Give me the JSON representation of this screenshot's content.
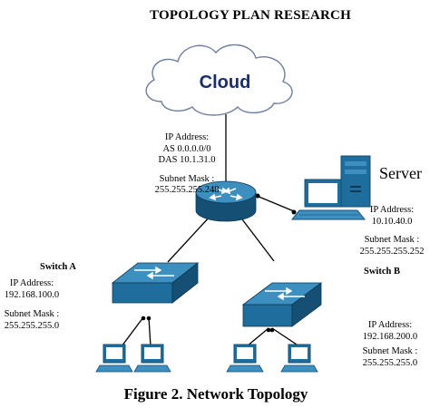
{
  "title": "TOPOLOGY PLAN RESEARCH",
  "caption": "Figure 2.  Network Topology",
  "cloud": {
    "label": "Cloud"
  },
  "router_info": {
    "ip_label": "IP Address:",
    "as": "AS 0.0.0.0/0",
    "das": "DAS 10.1.31.0",
    "mask_label": "Subnet Mask :",
    "mask": "255.255.255.248"
  },
  "server": {
    "label": "Server",
    "ip_label": "IP Address:",
    "ip": "10.10.40.0",
    "mask_label": "Subnet Mask :",
    "mask": "255.255.255.252"
  },
  "switch_a": {
    "label": "Switch A",
    "ip_label": "IP Address:",
    "ip": "192.168.100.0",
    "mask_label": "Subnet Mask :",
    "mask": "255.255.255.0"
  },
  "switch_b": {
    "label": "Switch B",
    "ip_label": "IP Address:",
    "ip": "192.168.200.0",
    "mask_label": "Subnet Mask :",
    "mask": "255.255.255.0"
  },
  "colors": {
    "device_blue": "#1e6d9c",
    "device_top": "#3d8fc0",
    "device_dark": "#154f73",
    "cloud_stroke": "#6b7ea0",
    "link": "#000000"
  }
}
